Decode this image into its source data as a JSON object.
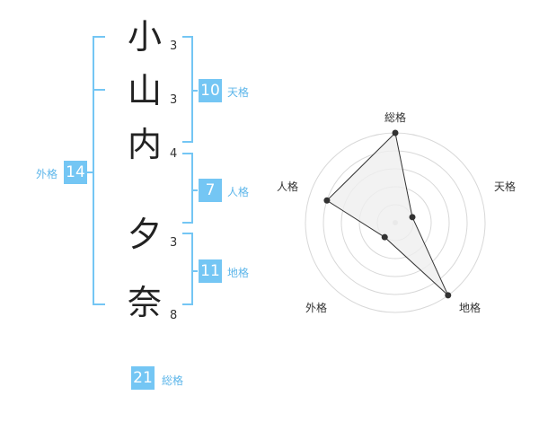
{
  "name": {
    "chars": [
      {
        "char": "小",
        "strokes": "3"
      },
      {
        "char": "山",
        "strokes": "3"
      },
      {
        "char": "内",
        "strokes": "4"
      },
      {
        "char": "夕",
        "strokes": "3"
      },
      {
        "char": "奈",
        "strokes": "8"
      }
    ]
  },
  "fortunes": {
    "tenkaku": {
      "label": "天格",
      "value": "10"
    },
    "jinkaku": {
      "label": "人格",
      "value": "7"
    },
    "chikaku": {
      "label": "地格",
      "value": "11"
    },
    "gaikaku": {
      "label": "外格",
      "value": "14"
    },
    "soukaku": {
      "label": "総格",
      "value": "21"
    }
  },
  "radar": {
    "axes": [
      "総格",
      "天格",
      "地格",
      "外格",
      "人格"
    ],
    "levels": 5,
    "values": [
      5,
      1,
      5,
      1,
      4
    ],
    "max": 5
  },
  "colors": {
    "accent": "#74c6f4",
    "bracket": "#74c6f4",
    "grid": "#d8d8d8",
    "area": "#efefef"
  }
}
